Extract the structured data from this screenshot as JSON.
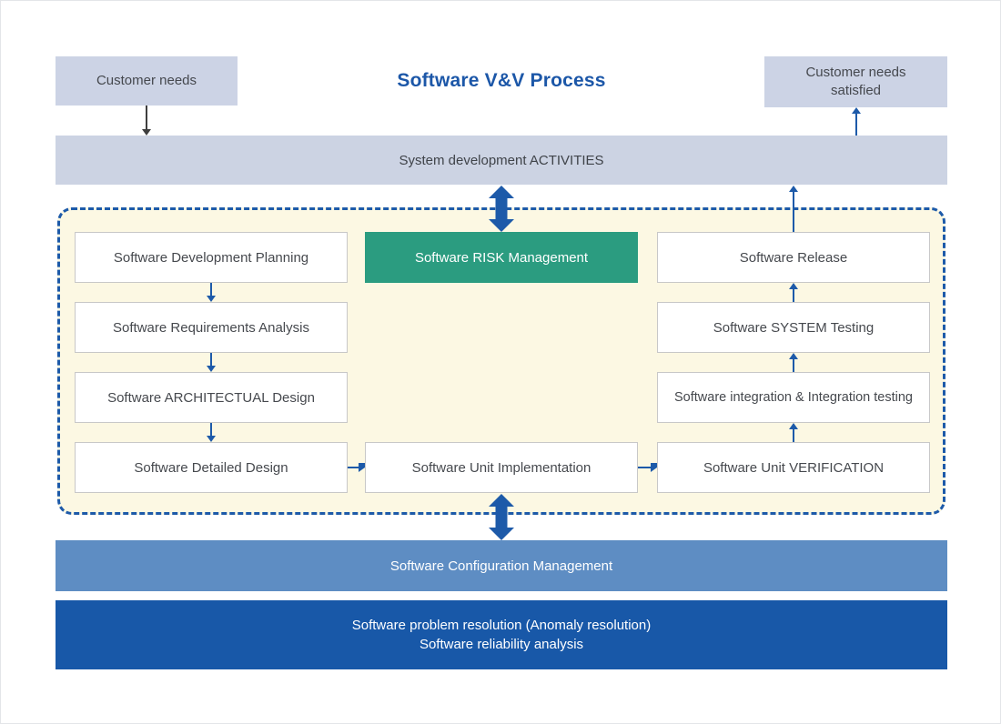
{
  "title": "Software V&V Process",
  "top": {
    "customer_needs": "Customer needs",
    "customer_needs_satisfied": "Customer needs satisfied"
  },
  "bands": {
    "system_activities": "System development ACTIVITIES",
    "configuration_management": "Software Configuration Management",
    "problem_resolution_line1": "Software problem resolution (Anomaly resolution)",
    "problem_resolution_line2": "Software reliability analysis"
  },
  "process": {
    "risk_management": "Software RISK Management",
    "left_column": [
      "Software Development Planning",
      "Software Requirements Analysis",
      "Software ARCHITECTUAL Design",
      "Software Detailed Design"
    ],
    "unit_implementation": "Software Unit Implementation",
    "right_column": [
      "Software Release",
      "Software SYSTEM Testing",
      "Software integration & Integration testing",
      "Software Unit VERIFICATION"
    ]
  },
  "colors": {
    "title_blue": "#1c57a8",
    "light_periwinkle_box": "#ccd3e4",
    "cream_region": "#fcf8e3",
    "dashed_border_blue": "#1d5aa9",
    "green_box": "#2b9c80",
    "config_band_blue": "#5e8dc3",
    "problem_band_blue": "#1858a8",
    "arrow_blue": "#1d5aa9",
    "arrow_dark": "#3e3e3e",
    "white_box_border": "#c8c8c8",
    "box_text": "#46494e"
  }
}
